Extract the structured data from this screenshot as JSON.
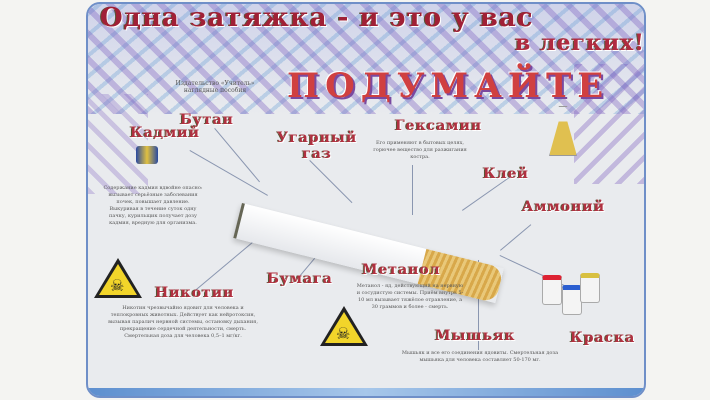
{
  "title_line1": "Одна затяжка - и это у вас",
  "title_line2": "в легких!",
  "headline": "ПОДУМАЙТЕ",
  "publisher": "Издательство «Учитель» наглядные пособия",
  "labels": {
    "cadmium": "Кадмий",
    "butane": "Бутан",
    "carbon_monoxide": "Угарный газ",
    "hexamine": "Гексамин",
    "glue": "Клей",
    "ammonium": "Аммоний",
    "nicotine": "Никотин",
    "paper": "Бумага",
    "methanol": "Метанол",
    "arsenic": "Мышьяк",
    "paint": "Краска"
  },
  "paragraphs": {
    "cadmium": "Содержание кадмия вдвойне опасно: вызывает серьёзные заболевания почек, повышает давление. Выкуривая в течение суток одну пачку, курильщик получает дозу кадмия, вредную для организма.",
    "hexamine": "Его применяют в бытовых целях, горючее вещество для разжигания костра.",
    "nicotine": "Никотин чрезвычайно ядовит для человека и теплокровных животных. Действует как нейротоксин, вызывая паралич нервной системы, остановку дыхания, прекращение сердечной деятельности, смерть. Смертельная доза для человека 0,5–1 мг/кг.",
    "methanol": "Метанол - яд, действующий на нервную и сосудистую системы. Приём внутрь 5-10 мл вызывает тяжёлое отравление, а 30 граммов и более - смерть.",
    "arsenic": "Мышьяк и все его соединения ядовиты. Смертельная доза мышьяка для человека составляет 50-170 мг."
  }
}
